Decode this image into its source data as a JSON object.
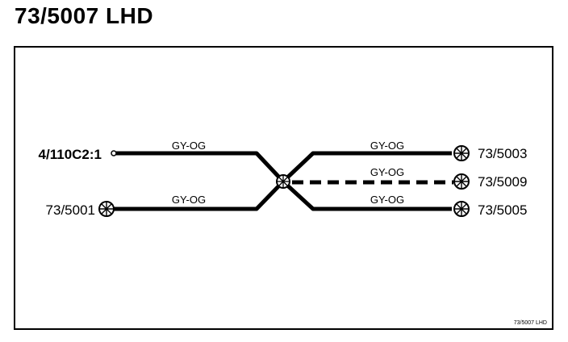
{
  "title": "73/5007 LHD",
  "footer_label": "73/5007 LHD",
  "connectors": {
    "left_top": "4/110C2:1",
    "left_bottom": "73/5001",
    "right_top": "73/5003",
    "right_middle": "73/5009",
    "right_bottom": "73/5005"
  },
  "wires": {
    "left_top": "GY-OG",
    "left_bottom": "GY-OG",
    "right_top": "GY-OG",
    "right_middle": "GY-OG",
    "right_bottom": "GY-OG"
  }
}
